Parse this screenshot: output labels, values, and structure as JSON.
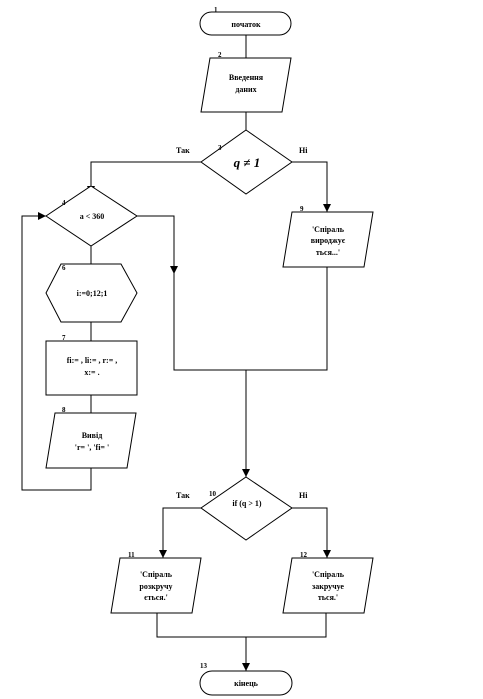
{
  "nodes": {
    "n1": {
      "num": "1",
      "lines": [
        "початок"
      ]
    },
    "n2": {
      "num": "2",
      "lines": [
        "Введення",
        "даних"
      ]
    },
    "n3": {
      "num": "3",
      "lines": [
        "q ≠ 1"
      ]
    },
    "n4": {
      "num": "4",
      "lines": [
        "a < 360"
      ]
    },
    "n6": {
      "num": "6",
      "lines": [
        "i:=0;12;1"
      ]
    },
    "n7": {
      "num": "7",
      "lines": [
        "fi:= , li:= , r:= ,",
        "x:= ."
      ]
    },
    "n8": {
      "num": "8",
      "lines": [
        "Вивід",
        "'r= ', 'fi= '"
      ]
    },
    "n9": {
      "num": "9",
      "lines": [
        "'Спіраль",
        "вироджує",
        "ться...'"
      ]
    },
    "n10": {
      "num": "10",
      "lines": [
        "if (q > 1)"
      ]
    },
    "n11": {
      "num": "11",
      "lines": [
        "'Спіраль",
        "розкручу",
        "ється.'"
      ]
    },
    "n12": {
      "num": "12",
      "lines": [
        "'Спіраль",
        "закручуе",
        "ться.'"
      ]
    },
    "n13": {
      "num": "13",
      "lines": [
        "кінець"
      ]
    }
  },
  "branch_labels": {
    "yes": "Так",
    "no": "Ні"
  }
}
